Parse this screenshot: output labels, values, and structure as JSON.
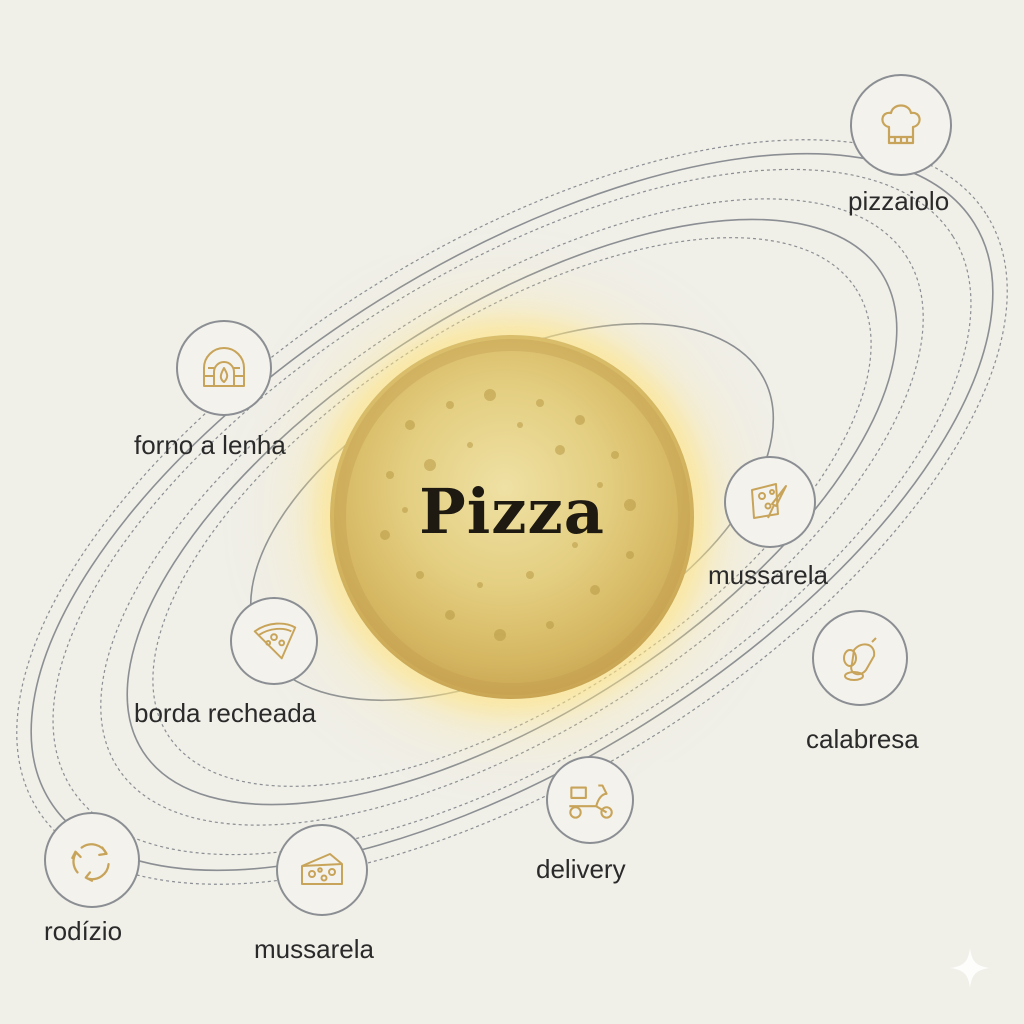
{
  "center": {
    "title": "Pizza"
  },
  "nodes": [
    {
      "id": "pizzaiolo",
      "label": "pizzaiolo",
      "icon": "chef-hat-icon"
    },
    {
      "id": "forno",
      "label": "forno a lenha",
      "icon": "wood-oven-icon"
    },
    {
      "id": "mussarela_inner",
      "label": "mussarela",
      "icon": "cheese-knife-icon"
    },
    {
      "id": "borda",
      "label": "borda recheada",
      "icon": "pizza-slice-icon"
    },
    {
      "id": "calabresa",
      "label": "calabresa",
      "icon": "sausage-icon"
    },
    {
      "id": "delivery",
      "label": "delivery",
      "icon": "scooter-icon"
    },
    {
      "id": "rodizio",
      "label": "rodízio",
      "icon": "recycle-arrows-icon"
    },
    {
      "id": "mussarela_outer",
      "label": "mussarela",
      "icon": "cheese-block-icon"
    }
  ],
  "colors": {
    "background": "#f0efe8",
    "orbit_line": "#8b8f93",
    "icon_stroke": "#c8a45a",
    "pizza_glow": "#ffe278"
  }
}
